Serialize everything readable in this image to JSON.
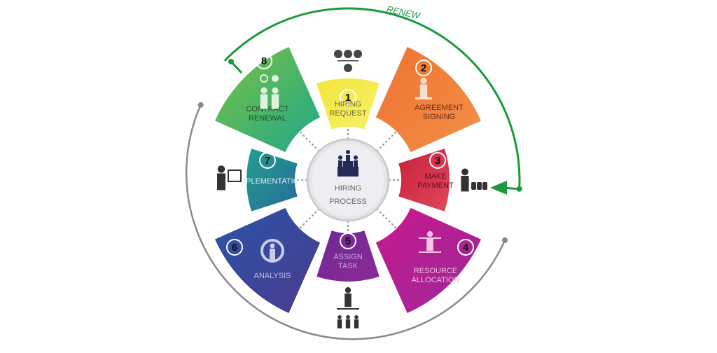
{
  "center": {
    "line1": "HIRING",
    "line2": "PROCESS",
    "icon": "podium-people-icon"
  },
  "renew_label": "RENEW",
  "steps": [
    {
      "number": "1",
      "lines": [
        "HIRING",
        "REQUEST"
      ],
      "color": "#f2e63a",
      "color2": "#f7f06a",
      "text_color": "#6b6a3a",
      "icon": "org-group-icon"
    },
    {
      "number": "2",
      "lines": [
        "AGREEMENT",
        "SIGNING"
      ],
      "color": "#ef7230",
      "color2": "#f29048",
      "text_color": "#6b2e12",
      "icon": "signing-person-icon"
    },
    {
      "number": "3",
      "lines": [
        "MAKE",
        "PAYMENT"
      ],
      "color": "#c9203d",
      "color2": "#e0485a",
      "text_color": "#5a1020",
      "icon": "person-coins-icon"
    },
    {
      "number": "4",
      "lines": [
        "RESOURCE",
        "ALLOCATION"
      ],
      "color": "#c8188c",
      "color2": "#9a2a9a",
      "text_color": "#f0c0e0",
      "icon": "person-balance-icon"
    },
    {
      "number": "5",
      "lines": [
        "ASSIGN",
        "TASK"
      ],
      "color": "#6e2a96",
      "color2": "#8a2a96",
      "text_color": "#c6a6d8",
      "icon": "hierarchy-icon"
    },
    {
      "number": "6",
      "lines": [
        "ANALYSIS"
      ],
      "color": "#2a55a6",
      "color2": "#4a3a90",
      "text_color": "#b8c0e0",
      "icon": "cycle-person-icon"
    },
    {
      "number": "7",
      "lines": [
        "IMPLEMENTATION"
      ],
      "color": "#20a08e",
      "color2": "#2a6a9a",
      "text_color": "#d8f0f0",
      "icon": "presenter-icon"
    },
    {
      "number": "8",
      "lines": [
        "CONTRACT",
        "RENEWAL"
      ],
      "color": "#7cc142",
      "color2": "#1fa88a",
      "text_color": "#2a4a2a",
      "icon": "people-gears-icon"
    }
  ],
  "colors": {
    "renew": "#1a9a3a",
    "return_arc": "#8a8a8a",
    "center_text": "#666666",
    "center_icon": "#232a5a"
  }
}
